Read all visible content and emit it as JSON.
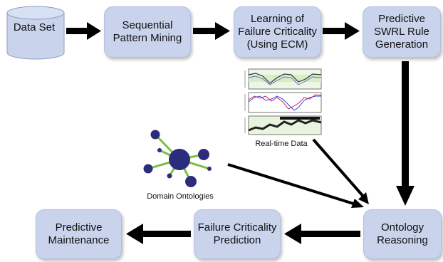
{
  "nodes": {
    "data_set": "Data Set",
    "sequential_pattern_mining": "Sequential\nPattern Mining",
    "learning_failure_criticality": "Learning of\nFailure Criticality\n(Using ECM)",
    "predictive_swrl": "Predictive\nSWRL Rule\nGeneration",
    "ontology_reasoning": "Ontology\nReasoning",
    "failure_criticality_prediction": "Failure Criticality\nPrediction",
    "predictive_maintenance": "Predictive\nMaintenance"
  },
  "captions": {
    "realtime_data": "Real-time Data",
    "domain_ontologies": "Domain Ontologies"
  },
  "colors": {
    "box_fill": "#c9d3ec",
    "arrow": "#000000",
    "ontology_node": "#2b2d7c",
    "ontology_edge": "#7cbf3f"
  }
}
